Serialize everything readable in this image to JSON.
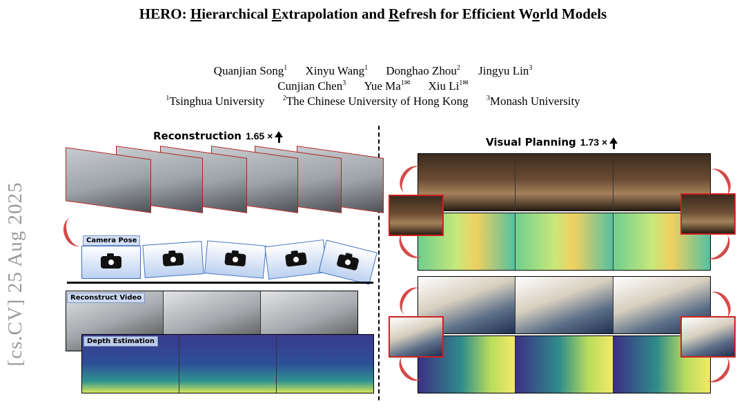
{
  "paper": {
    "title": {
      "prefix": "HERO: ",
      "w1_u": "H",
      "w1_rest": "ierarchical ",
      "w2_u": "E",
      "w2_rest": "xtrapolation and ",
      "w3_u": "R",
      "w3_rest": "efresh for Efficient W",
      "w4_u": "o",
      "w4_rest": "rld Models"
    },
    "authors_line1": [
      {
        "name": "Quanjian Song",
        "sup": "1"
      },
      {
        "name": "Xinyu Wang",
        "sup": "1"
      },
      {
        "name": "Donghao Zhou",
        "sup": "2"
      },
      {
        "name": "Jingyu Lin",
        "sup": "3"
      }
    ],
    "authors_line2": [
      {
        "name": "Cunjian Chen",
        "sup": "3"
      },
      {
        "name": "Yue Ma",
        "sup": "1✉"
      },
      {
        "name": "Xiu Li",
        "sup": "1✉"
      }
    ],
    "affiliations": [
      {
        "sup": "1",
        "name": "Tsinghua University"
      },
      {
        "sup": "2",
        "name": "The Chinese University of Hong Kong"
      },
      {
        "sup": "3",
        "name": "Monash University"
      }
    ],
    "arxiv_stamp": "[cs.CV]  25 Aug 2025"
  },
  "figure": {
    "left_header": "Reconstruction",
    "left_speedup": "1.65 ×",
    "right_header": "Visual Planning",
    "right_speedup": "1.73 ×",
    "labels": {
      "camera_pose": "Camera Pose",
      "reconstruct_video": "Reconstruct Video",
      "depth_estimation": "Depth Estimation"
    },
    "colors": {
      "frame_border": "#b02020",
      "camera_blue": "#3f71c0",
      "arrow_red": "#d64a4a"
    }
  }
}
